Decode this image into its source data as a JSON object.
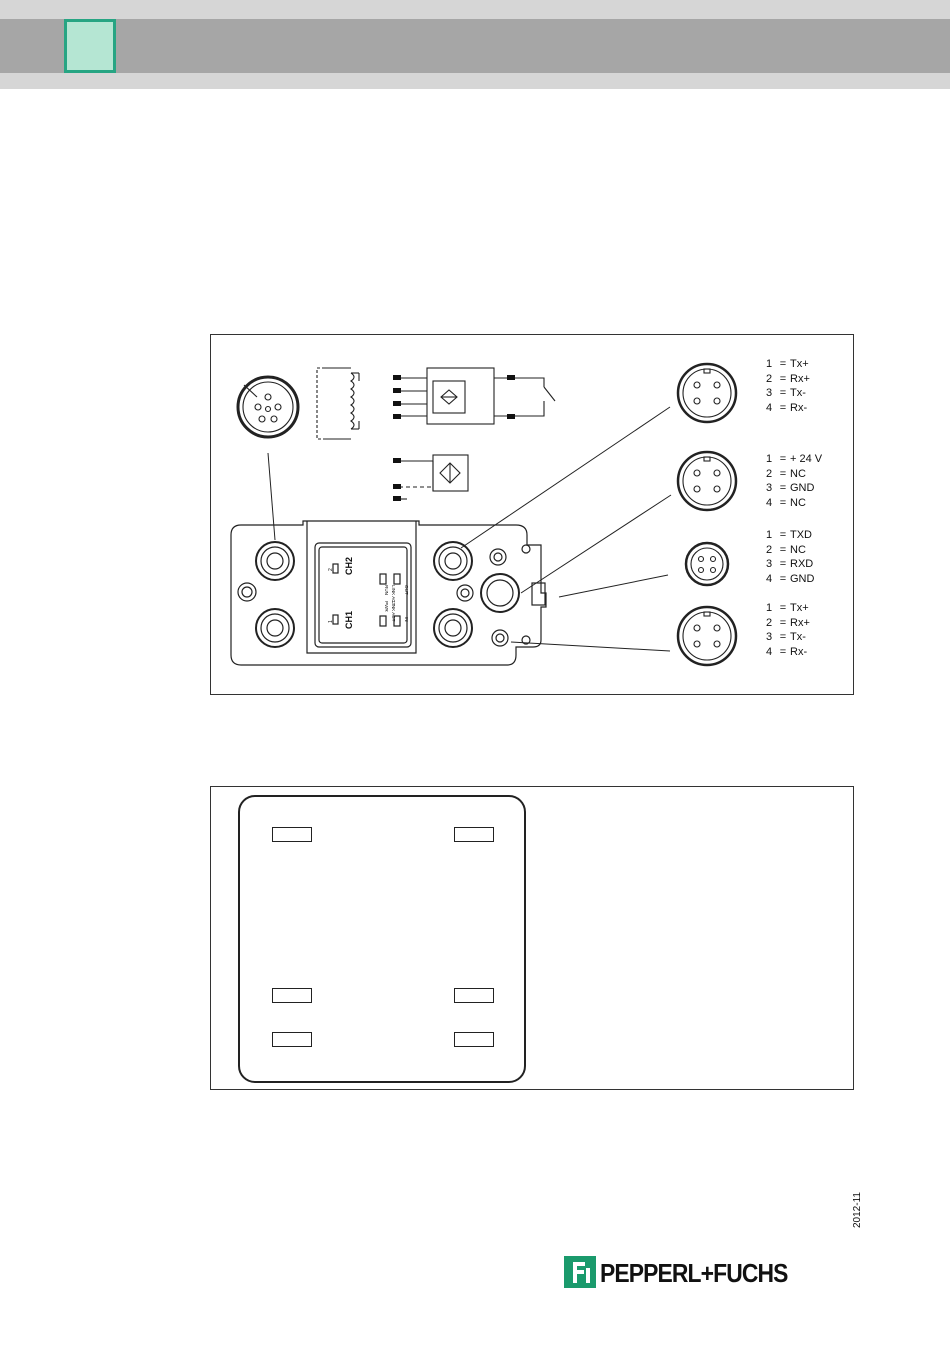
{
  "header": {
    "chapter_color": "#27a583",
    "chapter_fill": "#b5e6d3"
  },
  "figure1": {
    "ch2_label": "CH2",
    "ch1_label": "CH1",
    "ch2_led_num": "2",
    "ch1_led_num": "1",
    "leds_top": [
      "RUN",
      "LINK ACT",
      "OUT"
    ],
    "leds_bottom": [
      "PWR",
      "LINK ACT",
      "IN"
    ],
    "pinouts": [
      {
        "rows": [
          {
            "n": "1",
            "sig": "Tx+"
          },
          {
            "n": "2",
            "sig": "Rx+"
          },
          {
            "n": "3",
            "sig": "Tx-"
          },
          {
            "n": "4",
            "sig": "Rx-"
          }
        ]
      },
      {
        "rows": [
          {
            "n": "1",
            "sig": "+ 24 V"
          },
          {
            "n": "2",
            "sig": "NC"
          },
          {
            "n": "3",
            "sig": "GND"
          },
          {
            "n": "4",
            "sig": "NC"
          }
        ]
      },
      {
        "rows": [
          {
            "n": "1",
            "sig": "TXD"
          },
          {
            "n": "2",
            "sig": "NC"
          },
          {
            "n": "3",
            "sig": "RXD"
          },
          {
            "n": "4",
            "sig": "GND"
          }
        ]
      },
      {
        "rows": [
          {
            "n": "1",
            "sig": "Tx+"
          },
          {
            "n": "2",
            "sig": "Rx+"
          },
          {
            "n": "3",
            "sig": "Tx-"
          },
          {
            "n": "4",
            "sig": "Rx-"
          }
        ]
      }
    ],
    "eq_sign": "="
  },
  "footer": {
    "date_code": "2012-11",
    "brand": "PEPPERL+FUCHS",
    "brand_color": "#1a9a6c"
  }
}
